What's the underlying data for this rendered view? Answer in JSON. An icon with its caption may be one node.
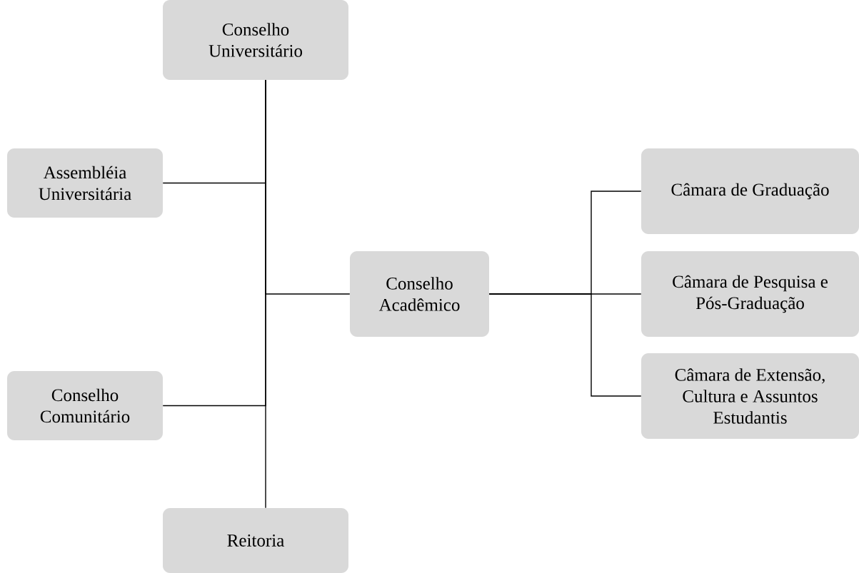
{
  "diagram": {
    "nodes": [
      {
        "text": [
          "Conselho Universitário"
        ]
      },
      {
        "text": [
          "Assembléia Universitária"
        ]
      },
      {
        "text": [
          "Câmara de Graduação"
        ]
      },
      {
        "text": [
          "Conselho Acadêmico"
        ]
      },
      {
        "text": [
          "Câmara de Pesquisa e Pós-Graduação"
        ]
      },
      {
        "text": [
          "Câmara de Extensão, Cultura e Assuntos Estudantis"
        ]
      },
      {
        "text": [
          "Conselho Comunitário"
        ]
      },
      {
        "text": [
          "Reitoria"
        ]
      }
    ],
    "edges": [
      {
        "from": 0,
        "to": 1,
        "arrow": "none"
      },
      {
        "from": 0,
        "to": 3,
        "arrow": "none"
      },
      {
        "from": 0,
        "to": 6,
        "arrow": "none"
      },
      {
        "from": 0,
        "to": 7,
        "arrow": "none"
      },
      {
        "from": 3,
        "to": 2,
        "arrow": "none"
      },
      {
        "from": 3,
        "to": 4,
        "arrow": "none"
      },
      {
        "from": 3,
        "to": 5,
        "arrow": "none"
      }
    ]
  }
}
